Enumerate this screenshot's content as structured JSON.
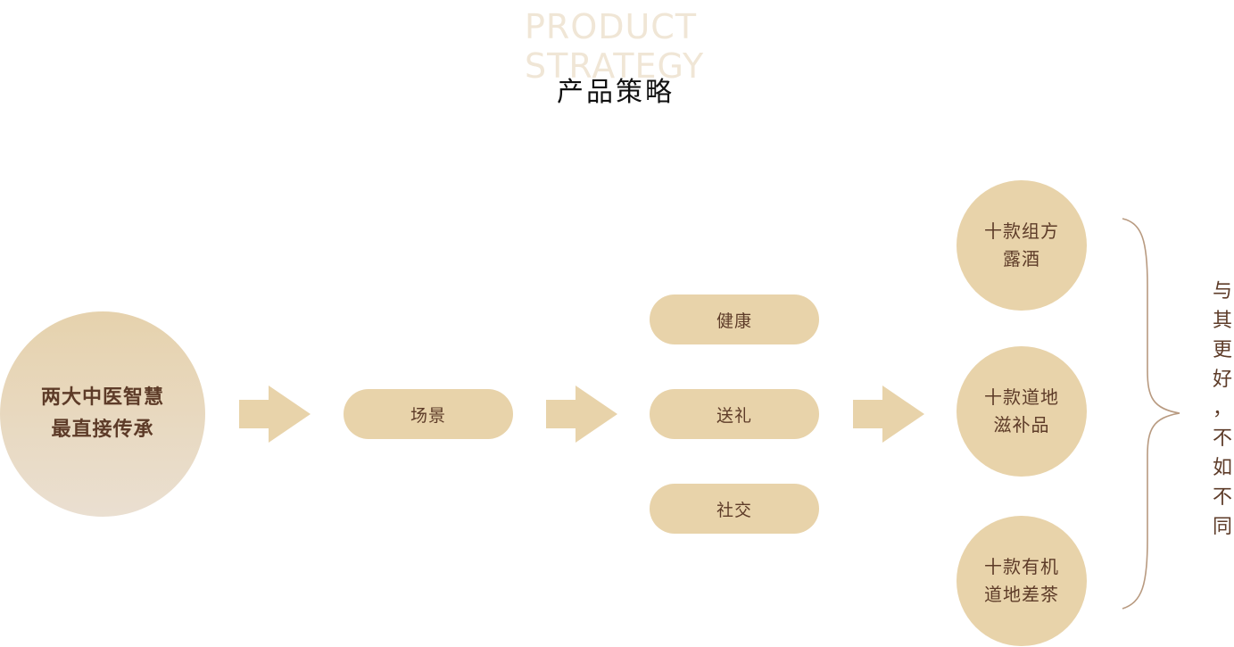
{
  "header": {
    "bg_title_line1": "PRODUCT",
    "bg_title_line2": "STRATEGY",
    "title": "产品策略"
  },
  "source": {
    "line1": "两大中医智慧",
    "line2": "最直接传承"
  },
  "scene": {
    "label": "场景"
  },
  "scenes": [
    {
      "label": "健康"
    },
    {
      "label": "送礼"
    },
    {
      "label": "社交"
    }
  ],
  "products": [
    {
      "line1": "十款组方",
      "line2": "露酒"
    },
    {
      "line1": "十款道地",
      "line2": "滋补品"
    },
    {
      "line1": "十款有机",
      "line2": "道地差茶"
    }
  ],
  "slogan": [
    "与",
    "其",
    "更",
    "好",
    "，",
    "不",
    "如",
    "不",
    "同"
  ],
  "colors": {
    "accent": "#e8d3aa",
    "text_brown": "#5d3b28",
    "watermark": "#f0e6d6",
    "brace": "#b89a80"
  },
  "icons": {
    "flow_arrow": "arrow-right-icon",
    "brace": "curly-brace-right-icon"
  }
}
